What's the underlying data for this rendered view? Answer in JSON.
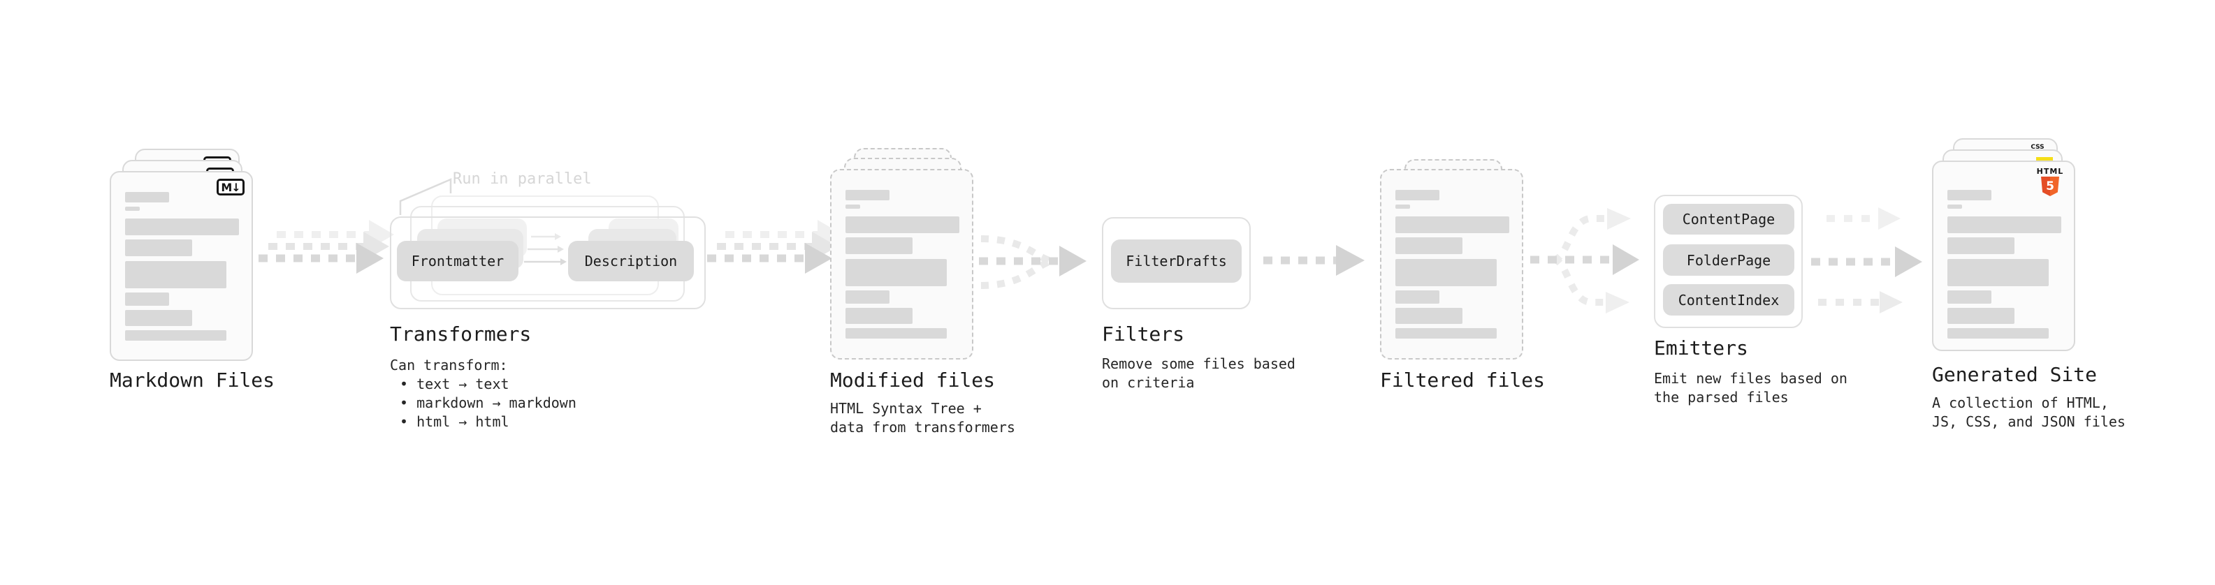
{
  "stages": {
    "markdown": {
      "label": "Markdown Files",
      "badge": "M↓"
    },
    "transformers": {
      "heading": "Transformers",
      "note": "Run in parallel",
      "buttons": {
        "frontmatter": "Frontmatter",
        "description": "Description"
      },
      "caption_title": "Can transform:",
      "bullets": [
        "• text → text",
        "• markdown → markdown",
        "• html → html"
      ]
    },
    "modified": {
      "label": "Modified files",
      "caption": [
        "HTML Syntax Tree +",
        "data from transformers"
      ]
    },
    "filters": {
      "heading": "Filters",
      "buttons": {
        "filter_drafts": "FilterDrafts"
      },
      "caption": [
        "Remove some files based",
        "on criteria"
      ]
    },
    "filtered": {
      "label": "Filtered files"
    },
    "emitters": {
      "heading": "Emitters",
      "buttons": {
        "content_page": "ContentPage",
        "folder_page": "FolderPage",
        "content_index": "ContentIndex"
      },
      "caption": [
        "Emit new files based on",
        "the parsed files"
      ]
    },
    "generated": {
      "label": "Generated Site",
      "caption": [
        "A collection of HTML,",
        "JS, CSS, and JSON files"
      ],
      "badges": {
        "css": "CSS",
        "html": "HTML",
        "html_number": "5"
      }
    }
  },
  "colors": {
    "html5_orange": "#e44d26",
    "js_yellow": "#f5de19",
    "css_blue": "#1a6fc4"
  }
}
